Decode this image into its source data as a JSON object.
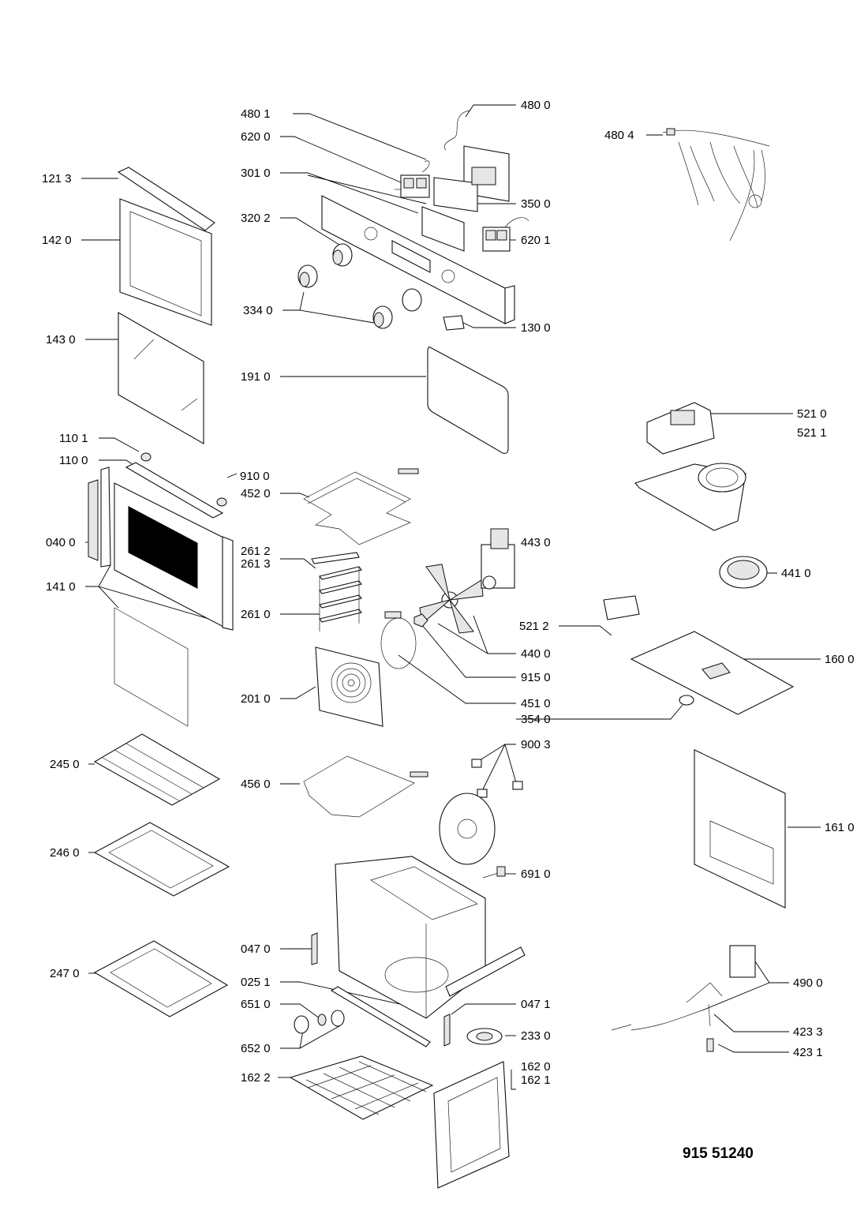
{
  "labels": {
    "l4801": "480 1",
    "l4800": "480 0",
    "l6200": "620 0",
    "l4804": "480 4",
    "l1213": "121 3",
    "l3010": "301 0",
    "l3500": "350 0",
    "l3202": "320 2",
    "l1420": "142 0",
    "l6201": "620 1",
    "l3340": "334 0",
    "l1300": "130 0",
    "l1430": "143 0",
    "l1910": "191 0",
    "l5210": "521 0",
    "l5211": "521 1",
    "l1101": "110 1",
    "l1100": "110 0",
    "l9100": "910 0",
    "l4520": "452 0",
    "l0400": "040 0",
    "l4430": "443 0",
    "l2612": "261 2",
    "l2613": "261 3",
    "l4410": "441 0",
    "l1410": "141 0",
    "l2610": "261 0",
    "l5212": "521 2",
    "l4400": "440 0",
    "l1600": "160 0",
    "l9150": "915 0",
    "l2010": "201 0",
    "l4510": "451 0",
    "l3540": "354 0",
    "l9003": "900 3",
    "l2450": "245 0",
    "l4560": "456 0",
    "l1610": "161 0",
    "l2460": "246 0",
    "l6910": "691 0",
    "l0470": "047 0",
    "l2470": "247 0",
    "l0251": "025 1",
    "l4900": "490 0",
    "l6510": "651 0",
    "l0471": "047 1",
    "l4233": "423 3",
    "l6520": "652 0",
    "l2330": "233 0",
    "l4231": "423 1",
    "l1620": "162 0",
    "l1621": "162 1",
    "l1622": "162 2"
  },
  "document_number": "915 51240"
}
